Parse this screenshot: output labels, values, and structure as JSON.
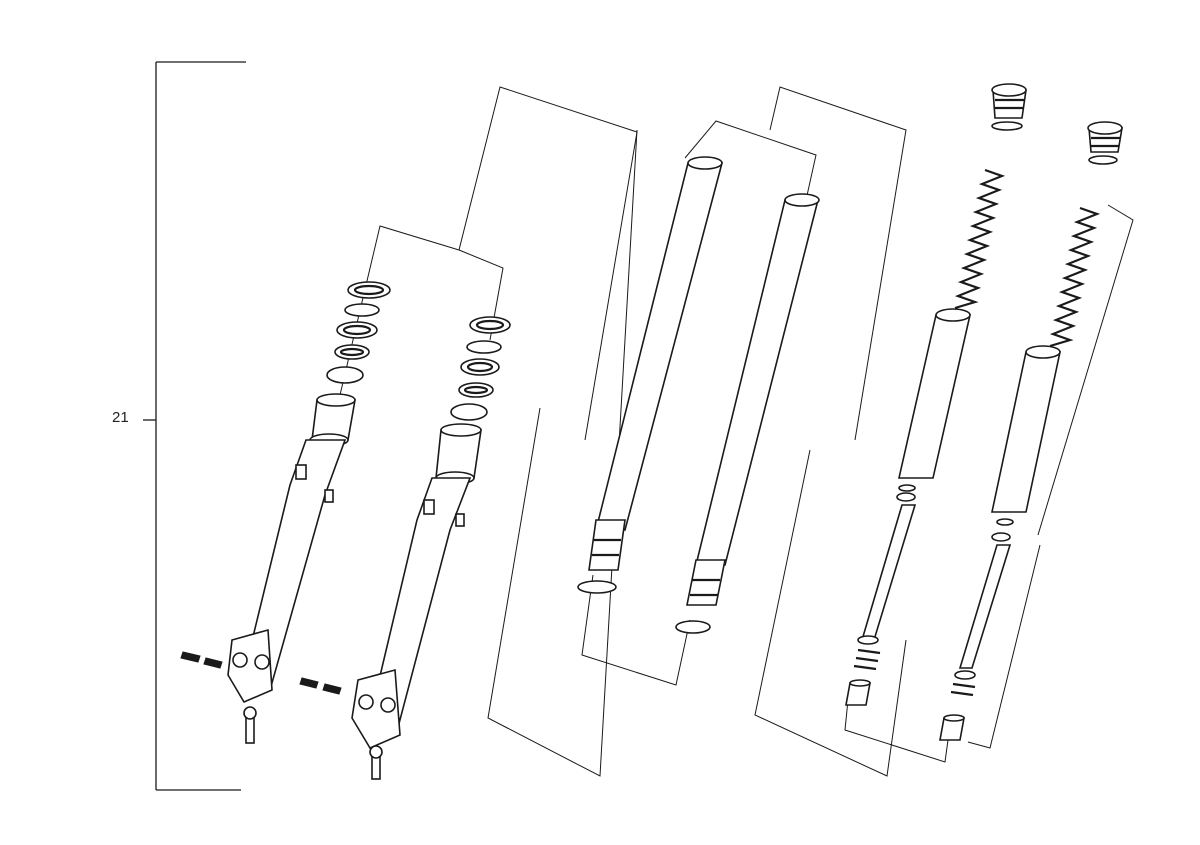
{
  "callout": {
    "number": "21"
  },
  "colors": {
    "ink": "#1a1a1a",
    "paper": "#ffffff"
  },
  "parts": [
    "fork-slider-left",
    "fork-slider-right",
    "inner-tube-left",
    "inner-tube-right",
    "fork-spring-left",
    "fork-spring-right",
    "damper-rod-left",
    "damper-rod-right",
    "fork-cap-left",
    "fork-cap-right"
  ]
}
